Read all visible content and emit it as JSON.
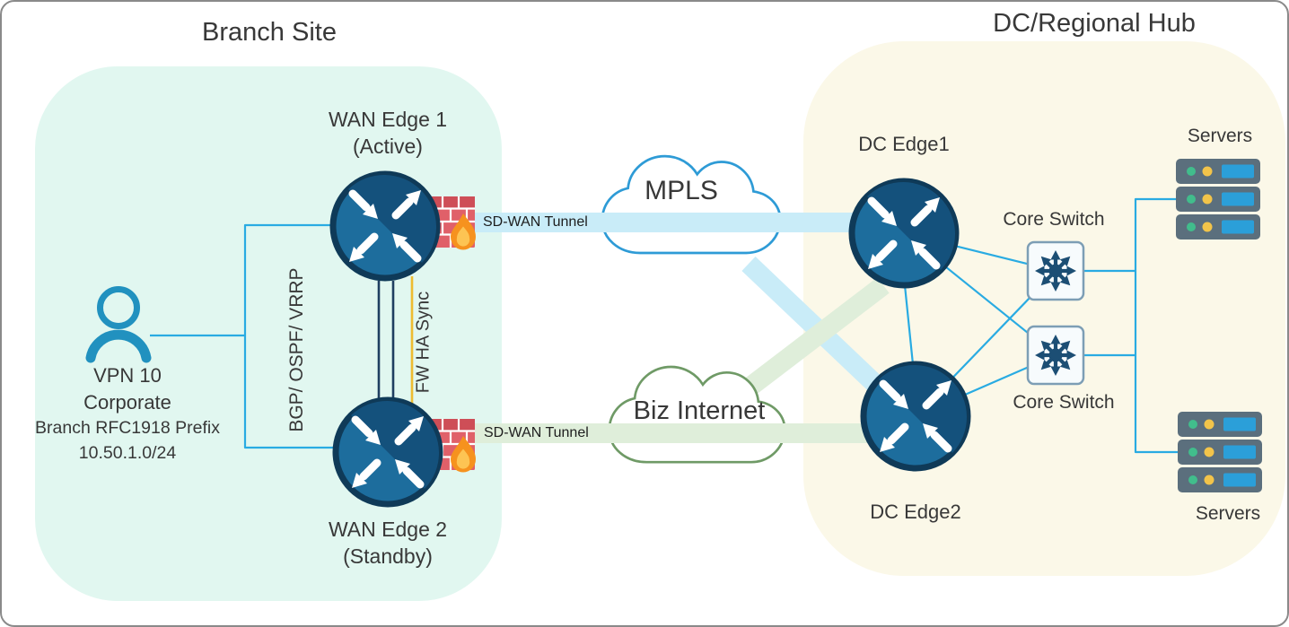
{
  "branch": {
    "title": "Branch Site",
    "user": {
      "lines": [
        "VPN 10",
        "Corporate",
        "Branch RFC1918 Prefix",
        "10.50.1.0/24"
      ]
    },
    "wan_edge_1": {
      "name": "WAN Edge 1",
      "state": "(Active)"
    },
    "wan_edge_2": {
      "name": "WAN Edge 2",
      "state": "(Standby)"
    },
    "routing_label": "BGP/ OSPF/ VRRP",
    "ha_sync_label": "FW HA Sync"
  },
  "transport": {
    "mpls_label": "MPLS",
    "internet_label": "Biz Internet",
    "tunnel_top_label": "SD-WAN Tunnel",
    "tunnel_bottom_label": "SD-WAN Tunnel"
  },
  "hub": {
    "title": "DC/Regional Hub",
    "dc_edge_1": "DC Edge1",
    "dc_edge_2": "DC Edge2",
    "core_switch_top": "Core Switch",
    "core_switch_bottom": "Core Switch",
    "servers_top": "Servers",
    "servers_bottom": "Servers"
  },
  "colors": {
    "branch_region": "#e1f7f0",
    "hub_region": "#fbf8e8",
    "tunnel_band_mpls": "#c9ecf8",
    "tunnel_band_internet": "#dfeeda",
    "connector_line": "#29abe2",
    "ha_pair_line": "#1f3e61",
    "fw_ha_sync_line": "#eebc31",
    "mpls_cloud_outline": "#2e9bd6",
    "internet_cloud_outline": "#6f9a66",
    "router_fill": "#1d6d9d",
    "router_dark": "#14517c",
    "firewall_brick": "#e06069",
    "flame": "#f6921e",
    "server_body": "#5b6f7d",
    "text": "#383838"
  }
}
